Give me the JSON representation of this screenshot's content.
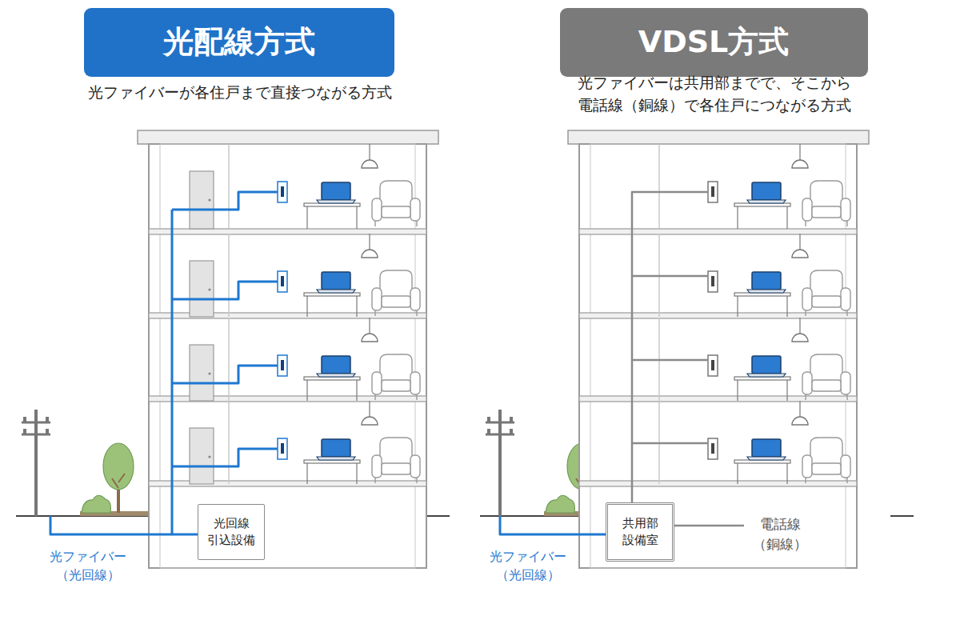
{
  "diagram": {
    "nodes": [
      {
        "text": [
          "光配線方式"
        ]
      },
      {
        "text": [
          "VDSL方式"
        ]
      },
      {
        "text": [
          "光回線 引込設備"
        ]
      },
      {
        "text": [
          "共用部 設備室"
        ]
      }
    ],
    "labels": [
      "光ファイバーが各住戸まで直接つながる方式",
      "光ファイバーは共用部までで、そこから 電話線（銅線）で各住戸につながる方式",
      "光ファイバー （光回線）",
      "電話線 （銅線）",
      "光ファイバー （光回線）"
    ]
  }
}
